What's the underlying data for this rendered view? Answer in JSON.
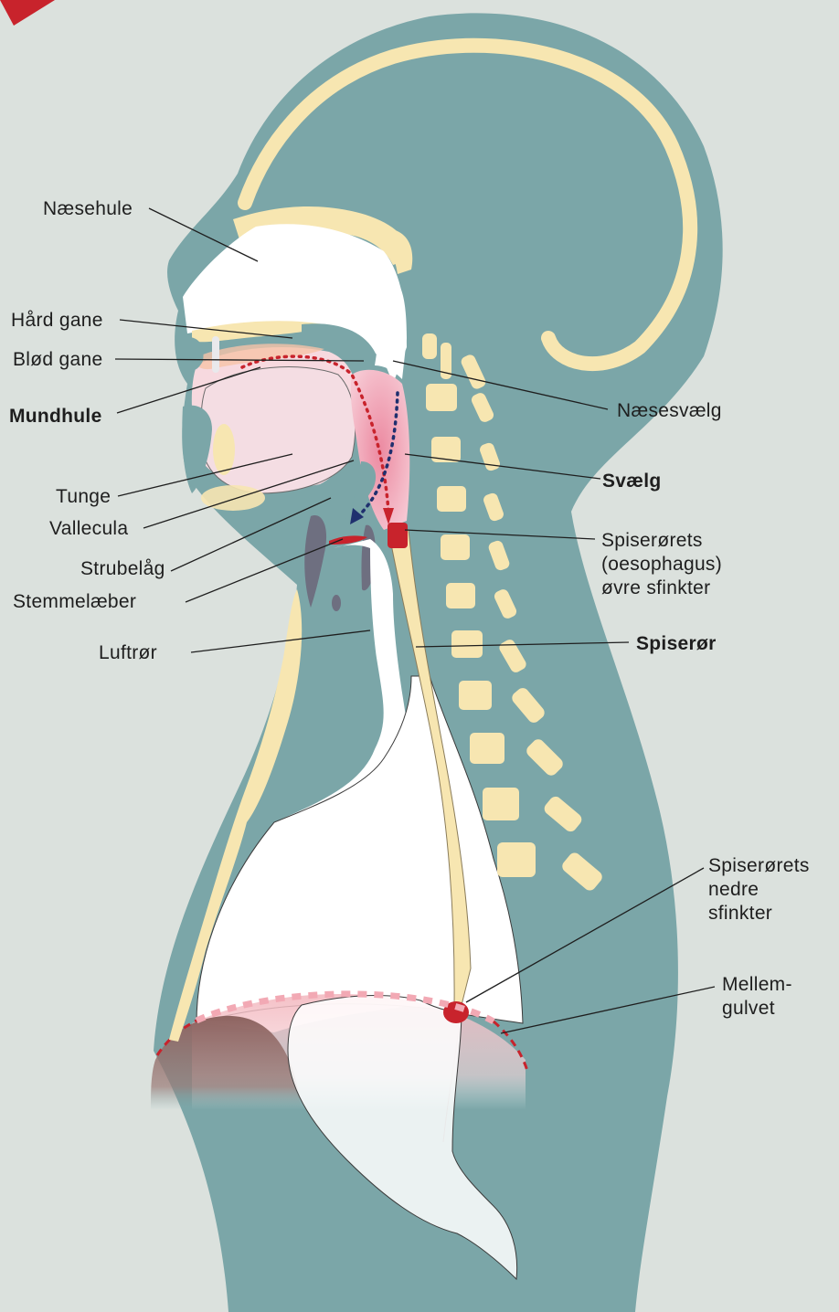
{
  "colors": {
    "background": "#dbe1dd",
    "body": "#7ba6a8",
    "bone": "#f7e6b1",
    "cavity": "#ffffff",
    "pharynx_pink": "#ee9aae",
    "mouth_pink": "#f7d9df",
    "muscle_red": "#c8232c",
    "airflow_blue": "#1f2f6e",
    "cartilage_gray": "#6e6f80",
    "leader_line": "#1e1e1e"
  },
  "labels": {
    "naesehule": "Næsehule",
    "haard_gane": "Hård gane",
    "bloed_gane": "Blød gane",
    "mundhule": "Mundhule",
    "tunge": "Tunge",
    "vallecula": "Vallecula",
    "strubelaag": "Strubelåg",
    "stemmelaeber": "Stemmelæber",
    "luftroer": "Luftrør",
    "naesesvaelg": "Næsesvælg",
    "svaelg": "Svælg",
    "oevre_sfinkter": "Spiserørets\n(oesophagus)\nøvre sfinkter",
    "spiseroer": "Spiserør",
    "nedre_sfinkter": "Spiserørets\nnedre\nsfinkter",
    "mellemgulvet": "Mellem-\ngulvet"
  },
  "icons": {
    "swallow_path": "dotted-red-arrow",
    "breath_path": "dotted-blue-arrow"
  }
}
